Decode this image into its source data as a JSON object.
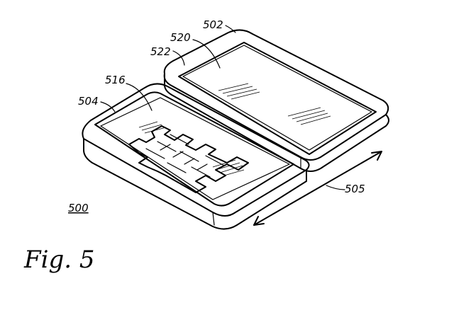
{
  "labels": {
    "device": "502",
    "display": "520",
    "display_border": "522",
    "keyboard": "516",
    "base": "504",
    "slide_direction": "505",
    "assembly": "500"
  },
  "caption": "Fig. 5"
}
